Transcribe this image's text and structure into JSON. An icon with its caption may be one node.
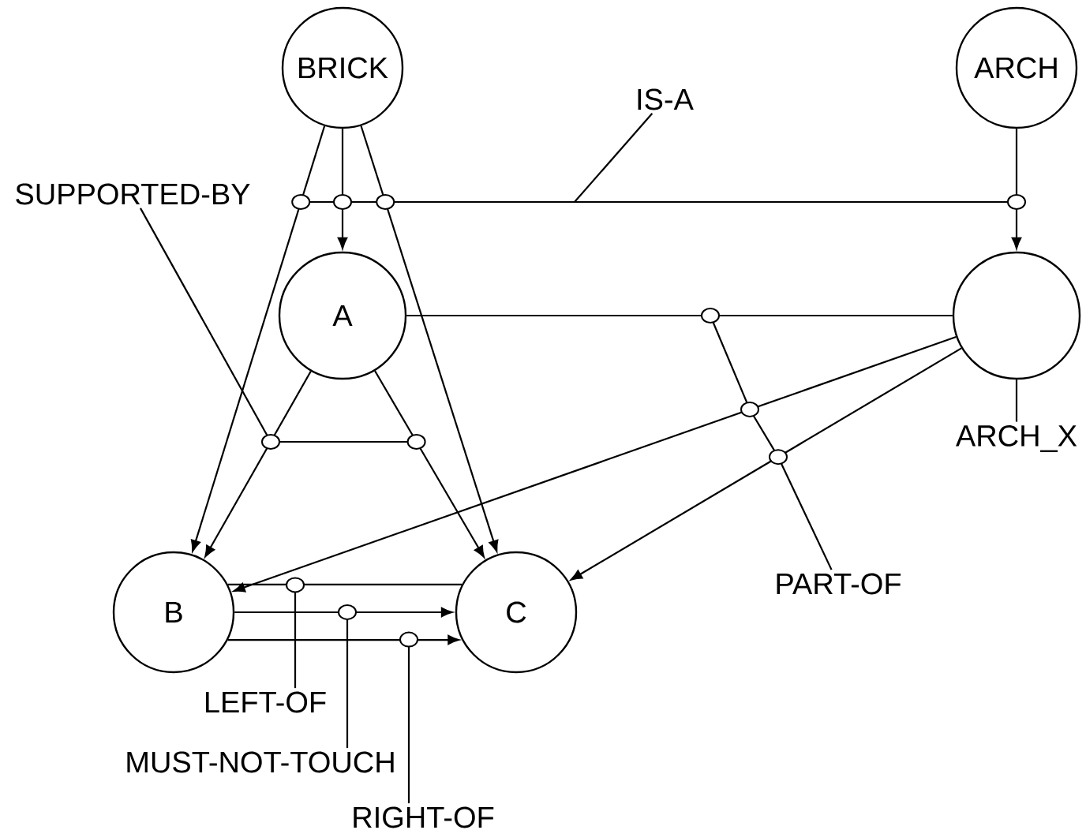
{
  "diagram": {
    "nodes": [
      {
        "text": [
          "BRICK"
        ]
      },
      {
        "text": [
          "ARCH"
        ]
      },
      {
        "text": [
          "A"
        ]
      },
      {
        "text": [],
        "shape": "circle"
      },
      {
        "text": [
          "B"
        ]
      },
      {
        "text": [
          "C"
        ]
      },
      {
        "text": [
          "IS-A"
        ]
      },
      {
        "text": [
          "SUPPORTED-BY"
        ]
      },
      {
        "text": [
          "ARCH_X"
        ]
      },
      {
        "text": [
          "PART-OF"
        ]
      },
      {
        "text": [
          "LEFT-OF"
        ]
      },
      {
        "text": [
          "MUST-NOT-TOUCH"
        ]
      },
      {
        "text": [
          "RIGHT-OF"
        ]
      }
    ],
    "edges": [
      {
        "from": 0,
        "to": 4,
        "arrow": "to"
      },
      {
        "from": 0,
        "to": 2,
        "arrow": "to"
      },
      {
        "from": 0,
        "to": 5,
        "arrow": "to"
      },
      {
        "from": 1,
        "to": 3,
        "arrow": "to"
      },
      {
        "from": 2,
        "to": 4,
        "arrow": "to"
      },
      {
        "from": 2,
        "to": 5,
        "arrow": "to"
      },
      {
        "from": 2,
        "to": 3,
        "arrow": "none"
      },
      {
        "from": 3,
        "to": 4,
        "arrow": "to"
      },
      {
        "from": 3,
        "to": 5,
        "arrow": "to"
      },
      {
        "from": 4,
        "to": 5,
        "arrow": "none"
      },
      {
        "from": 4,
        "to": 5,
        "arrow": "to"
      },
      {
        "from": 4,
        "to": 5,
        "arrow": "to"
      },
      {
        "from": 6,
        "to": null,
        "arrow": "none"
      },
      {
        "from": 7,
        "to": null,
        "arrow": "other"
      },
      {
        "from": 8,
        "to": 3,
        "arrow": "none"
      },
      {
        "from": 9,
        "to": null,
        "arrow": "other"
      },
      {
        "from": 10,
        "to": null,
        "arrow": "other"
      },
      {
        "from": 11,
        "to": null,
        "arrow": "other"
      },
      {
        "from": 12,
        "to": null,
        "arrow": "other"
      }
    ]
  }
}
